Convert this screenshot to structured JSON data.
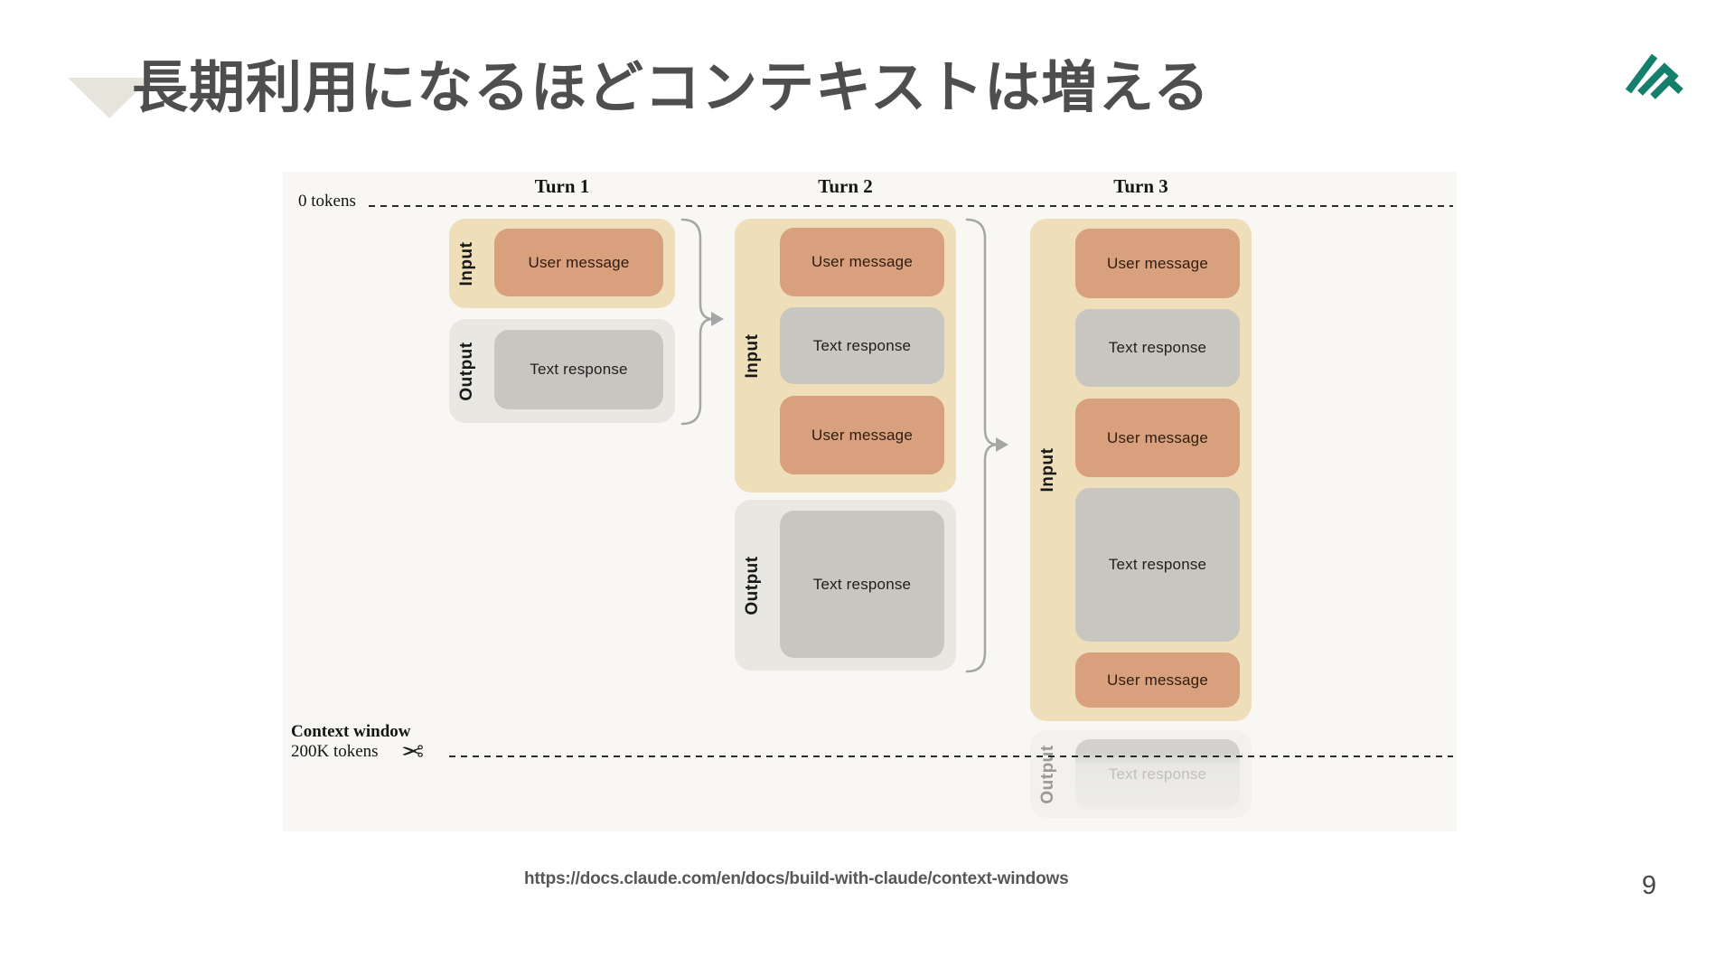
{
  "slide": {
    "title": "長期利用になるほどコンテキストは増える",
    "page_number": "9",
    "source_url": "https://docs.claude.com/en/docs/build-with-claude/context-windows"
  },
  "logo": {
    "name": "findy-logo",
    "color": "#14806B"
  },
  "diagram": {
    "zero_marker": "0 tokens",
    "context_window_label": "Context window",
    "context_window_value": "200K tokens",
    "scissors_icon": "✂",
    "input_label": "Input",
    "output_label": "Output",
    "turns": [
      {
        "label": "Turn 1",
        "input_items": [
          "User message"
        ],
        "output_items": [
          "Text response"
        ]
      },
      {
        "label": "Turn 2",
        "input_items": [
          "User message",
          "Text response",
          "User message"
        ],
        "output_items": [
          "Text response"
        ]
      },
      {
        "label": "Turn 3",
        "input_items": [
          "User message",
          "Text response",
          "User message",
          "Text response",
          "User message"
        ],
        "output_items": [
          "Text response"
        ],
        "output_truncated": true
      }
    ],
    "colors": {
      "panel_bg": "#f8f7f4",
      "input_group_bg": "#eedeba",
      "output_group_bg": "#e9e7e2",
      "user_message_bg": "#d8a07c",
      "text_response_bg": "#c7c6c0",
      "dashed_line": "#2b2b2b",
      "connector": "#a6a6a6"
    }
  }
}
